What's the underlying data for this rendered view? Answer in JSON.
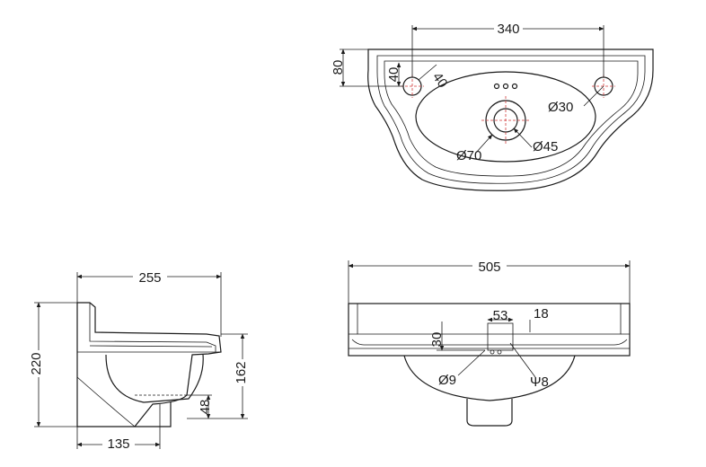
{
  "top_view": {
    "dims": {
      "hole_spacing": "340",
      "depth_to_holes": "80",
      "hole_edge_a": "40",
      "hole_edge_b": "40",
      "tap_hole": "Ø30",
      "waste_outer": "Ø70",
      "waste_inner": "Ø45"
    }
  },
  "side_view": {
    "dims": {
      "depth": "255",
      "height": "220",
      "front_height": "162",
      "waste_drop": "48",
      "waste_offset": "135"
    }
  },
  "front_view": {
    "dims": {
      "width": "505",
      "tap_offset": "53",
      "edge_offset": "18",
      "bracket_height": "30",
      "hole_left": "Ø9",
      "hole_right": "Ψ8"
    }
  },
  "colors": {
    "line": "#1a1a1a",
    "centerline": "#d23a3a",
    "background": "#ffffff"
  }
}
